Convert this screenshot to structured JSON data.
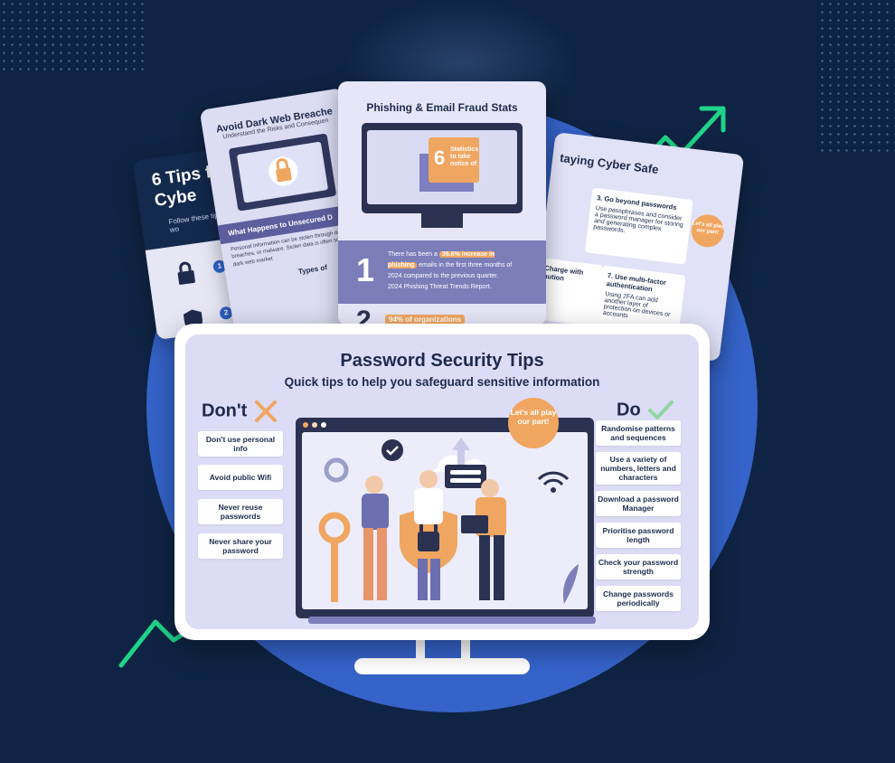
{
  "cards": {
    "tips": {
      "title": "6 Tips fo Cybe",
      "subtitle": "Follow these tips whilst at wo",
      "nums": [
        "1",
        "2"
      ]
    },
    "dark_web": {
      "title": "Avoid Dark Web Breache",
      "subtitle": "Understand the Risks and Consequen",
      "band": "What Happens to Unsecured D",
      "body": "Personal information can be stolen through data breaches, or malware. Stolen data is often sold on dark web market",
      "types": "Types of"
    },
    "phishing": {
      "title": "Phishing & Email Fraud Stats",
      "stat_number": "6",
      "stat_text": "Statistics to take notice of",
      "point_number": "1",
      "point_prefix": "There has been a",
      "point_highlight": "36.6% increase in phishing",
      "point_suffix": "emails in the first three months of 2024 compared to the previous quarter.",
      "point_source": "2024 Phishing Threat Trends Report.",
      "point2_number": "2",
      "point2_text": "94% of organizations"
    },
    "safe": {
      "title": "taying Cyber Safe",
      "box1_title": "3. Go beyond passwords",
      "box1_text": "Use passphrases and consider a password manager for storing and generating complex passwords.",
      "box2_title": "7. Use multi-factor authentication",
      "box2_text": "Using 2FA can add another layer of protection on devices or accounts",
      "box3_title": ". Charge with caution",
      "bubble": "Let's all play our part!"
    }
  },
  "main": {
    "title": "Password Security Tips",
    "subtitle": "Quick tips to help you safeguard sensitive information",
    "dont_heading": "Don't",
    "do_heading": "Do",
    "bubble": "Let's all play our part!",
    "dont_tips": [
      "Don't use personal info",
      "Avoid public Wifi",
      "Never reuse passwords",
      "Never share your password"
    ],
    "do_tips": [
      "Randomise patterns and sequences",
      "Use a variety of numbers, letters and characters",
      "Download a password Manager",
      "Prioritise password length",
      "Check your password strength",
      "Change passwords periodically"
    ]
  },
  "colors": {
    "background": "#0f2444",
    "circle": "#3563c9",
    "accent_orange": "#f0a660",
    "accent_green": "#1fd48a",
    "navy": "#1e2a4d",
    "panel": "#dcdcf6"
  }
}
